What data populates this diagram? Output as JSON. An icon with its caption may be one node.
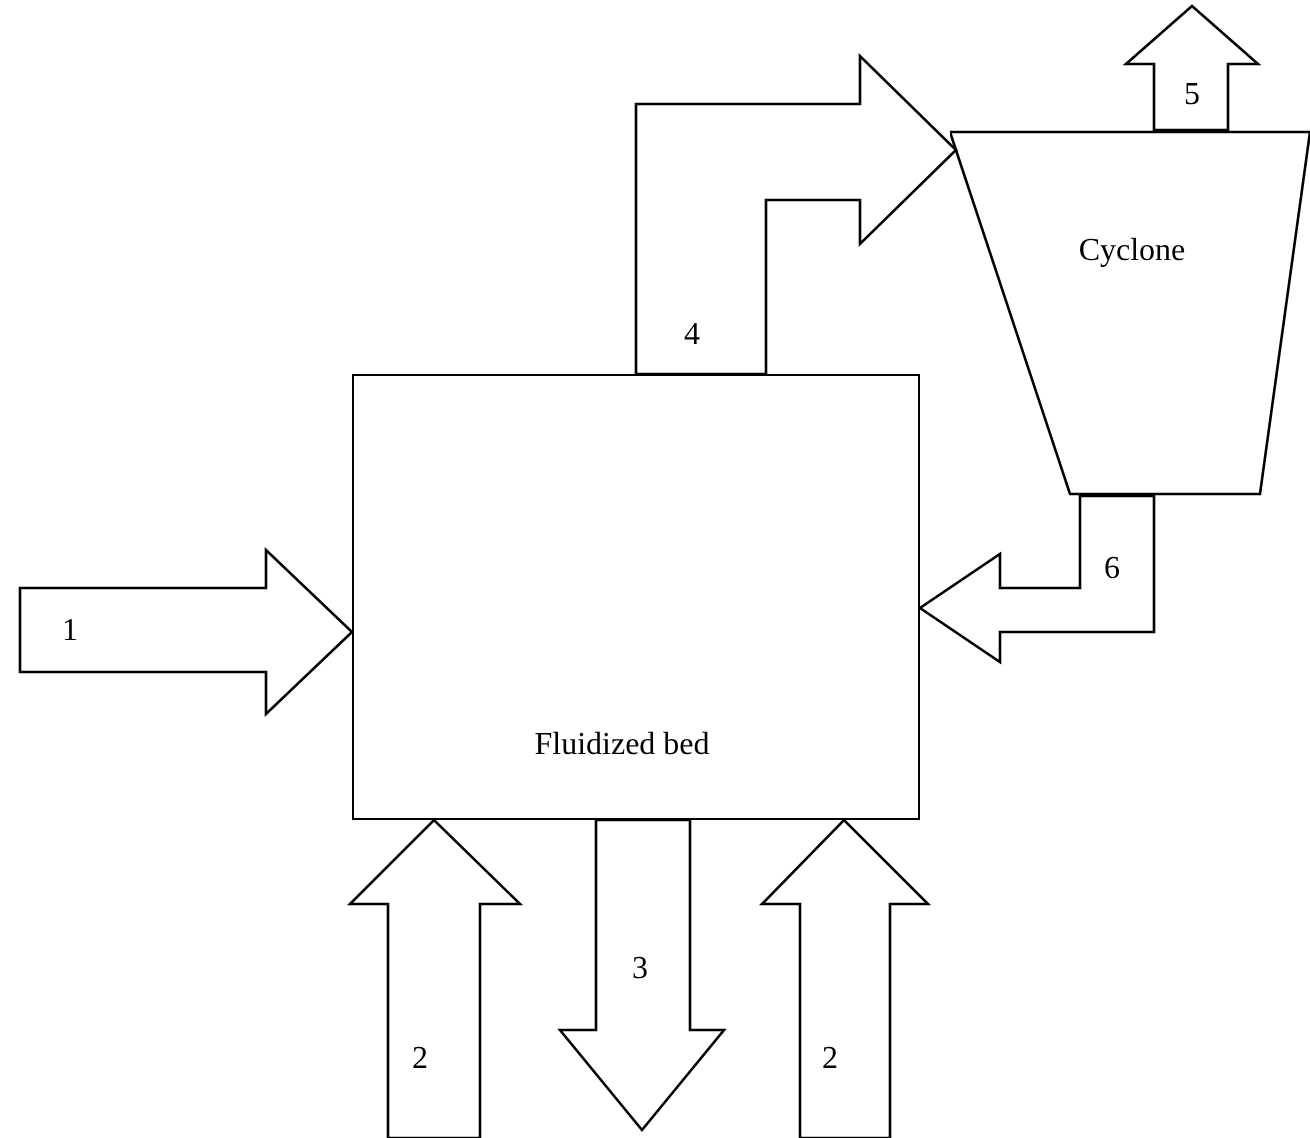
{
  "diagram": {
    "nodes": [
      {
        "text": [
          "Fluidized bed"
        ]
      },
      {
        "text": [
          "Cyclone"
        ]
      }
    ],
    "edges": [
      {
        "from": null,
        "to": 0,
        "arrow": "to",
        "label": "1"
      },
      {
        "from": null,
        "to": 0,
        "arrow": "to",
        "label": "2"
      },
      {
        "from": 0,
        "to": null,
        "arrow": "to",
        "label": "3"
      },
      {
        "from": null,
        "to": 0,
        "arrow": "to",
        "label": "2"
      },
      {
        "from": 0,
        "to": 1,
        "arrow": "to",
        "label": "4"
      },
      {
        "from": 1,
        "to": null,
        "arrow": "to",
        "label": "5"
      },
      {
        "from": 1,
        "to": 0,
        "arrow": "to",
        "label": "6"
      }
    ]
  }
}
